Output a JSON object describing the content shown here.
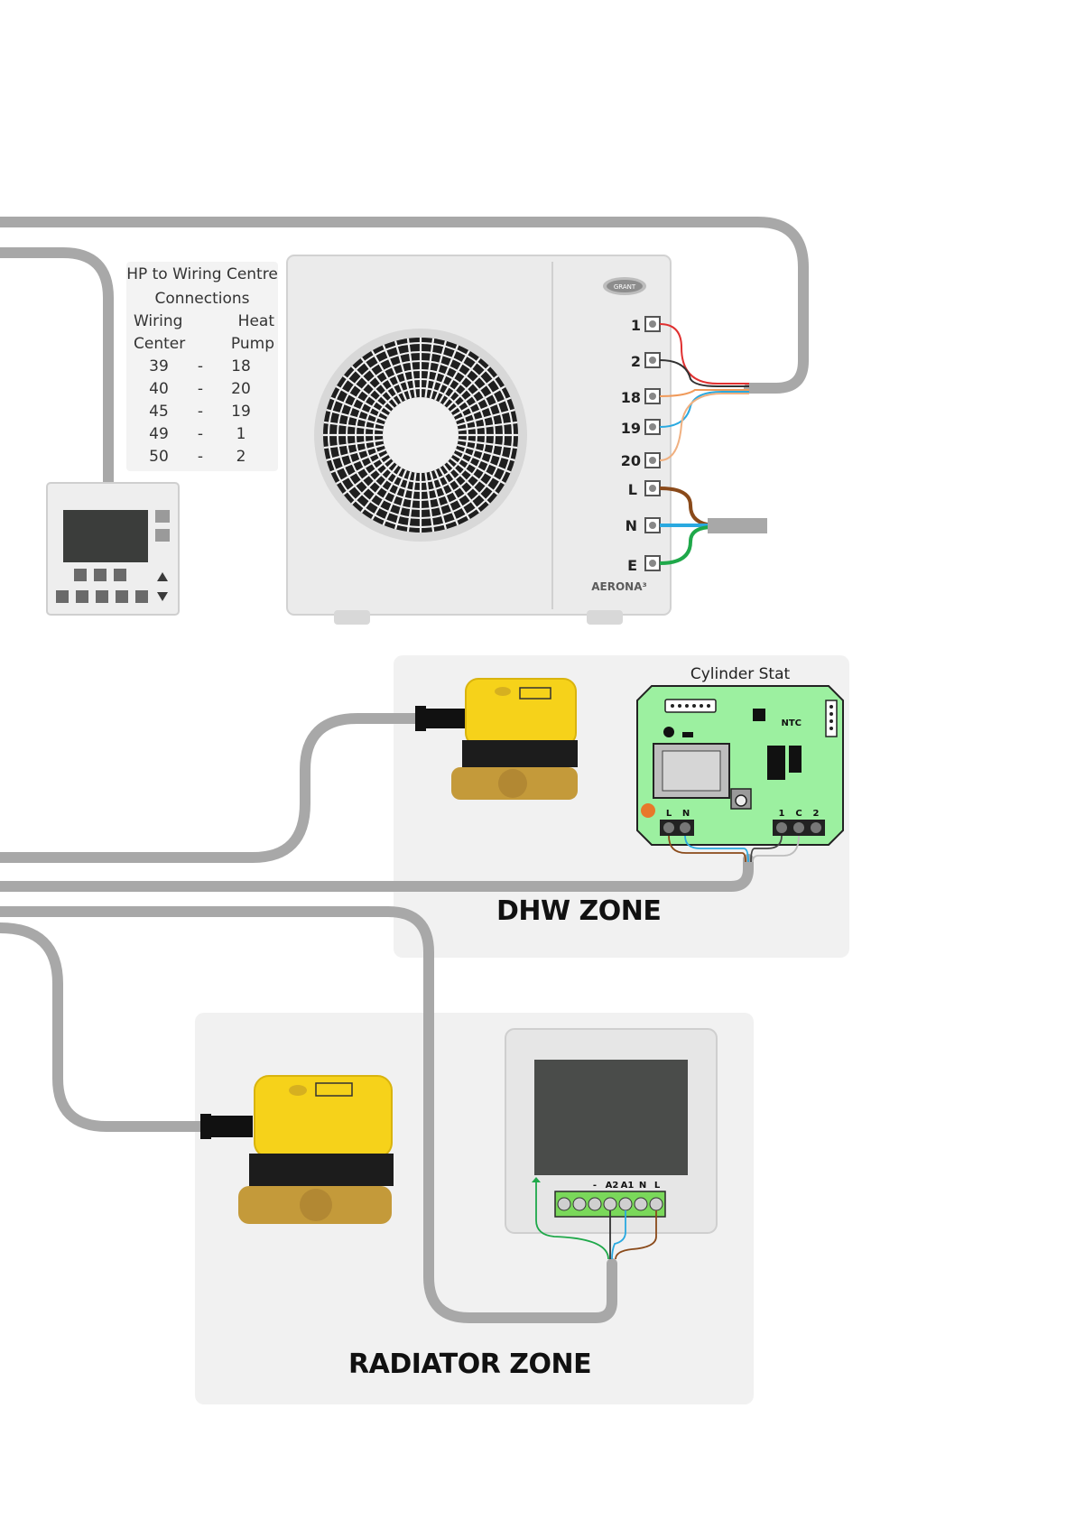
{
  "wiring_table": {
    "title_line1": "HP to Wiring Centre",
    "title_line2": "Connections",
    "col1_line1": "Wiring",
    "col1_line2": "Center",
    "col2_line1": "Heat",
    "col2_line2": "Pump",
    "rows": [
      {
        "wc": "39",
        "sep": "-",
        "hp": "18"
      },
      {
        "wc": "40",
        "sep": "-",
        "hp": "20"
      },
      {
        "wc": "45",
        "sep": "-",
        "hp": "19"
      },
      {
        "wc": "49",
        "sep": "-",
        "hp": "1"
      },
      {
        "wc": "50",
        "sep": "-",
        "hp": "2"
      }
    ]
  },
  "heat_pump": {
    "brand_badge": "GRANT",
    "model_logo": "AERONA³",
    "terminals": [
      "1",
      "2",
      "18",
      "19",
      "20",
      "L",
      "N",
      "E"
    ]
  },
  "cylinder_stat": {
    "title": "Cylinder Stat",
    "ntc_label": "NTC",
    "terminals_left": [
      "L",
      "N"
    ],
    "terminals_right": [
      "1",
      "C",
      "2"
    ]
  },
  "room_thermostat": {
    "terminals": [
      "",
      "",
      "-",
      "A2",
      "A1",
      "N",
      "L"
    ]
  },
  "zones": {
    "dhw": "DHW ZONE",
    "radiator": "RADIATOR ZONE"
  },
  "colors": {
    "cable_grey": "#a8a8a8",
    "zone_panel": "#f1f1f1",
    "stat_board": "#9cf0a0",
    "actuator_yellow": "#f6d21a",
    "wire_brown": "#8a4a1a",
    "wire_blue": "#2aa9e0",
    "wire_green": "#1fa84a",
    "wire_red": "#e03030"
  }
}
